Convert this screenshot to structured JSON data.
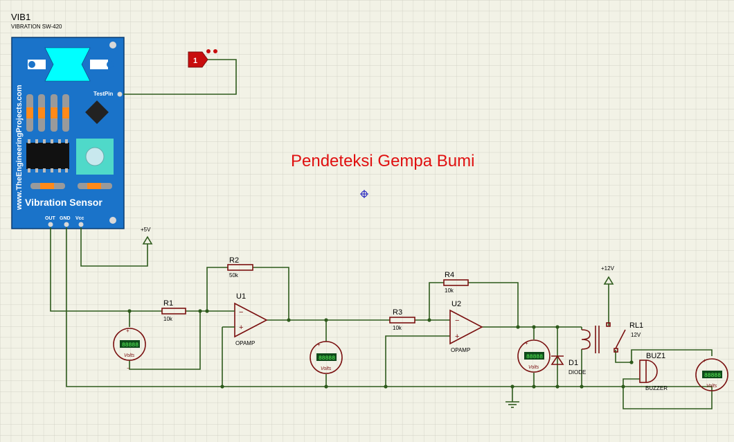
{
  "title": "Pendeteksi Gempa Bumi",
  "colors": {
    "background": "#f2f2e6",
    "grid": "#c9c9bd",
    "wire": "#2d5a1b",
    "component": "#7a1010",
    "title": "#e01010",
    "sensor_board": "#1a73c9"
  },
  "sensor": {
    "ref": "VIB1",
    "model": "VIBRATION SW-420",
    "side_text": "www.TheEngineeringProjects.com",
    "board_label": "Vibration Sensor",
    "testpin_label": "TestPin",
    "pins": [
      "OUT",
      "GND",
      "Vcc"
    ]
  },
  "terminal": {
    "number": "1"
  },
  "power": {
    "vcc_sensor": "+5V",
    "vcc_relay": "+12V"
  },
  "resistors": [
    {
      "ref": "R1",
      "value": "10k"
    },
    {
      "ref": "R2",
      "value": "50k"
    },
    {
      "ref": "R3",
      "value": "10k"
    },
    {
      "ref": "R4",
      "value": "10k"
    }
  ],
  "opamps": [
    {
      "ref": "U1",
      "type": "OPAMP"
    },
    {
      "ref": "U2",
      "type": "OPAMP"
    }
  ],
  "voltmeter": {
    "unit": "Volts",
    "reading": "88888"
  },
  "diode": {
    "ref": "D1",
    "type": "DIODE"
  },
  "relay": {
    "ref": "RL1",
    "value": "12V"
  },
  "buzzer": {
    "ref": "BUZ1",
    "type": "BUZZER"
  }
}
